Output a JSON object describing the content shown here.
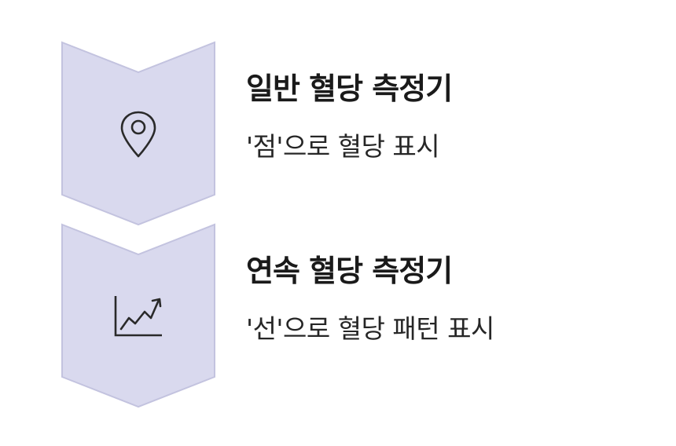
{
  "colors": {
    "chevron_fill": "#d9d9ee",
    "chevron_stroke": "#c3c3df",
    "icon_stroke": "#2a2a2a",
    "title_text": "#1a1a1a",
    "desc_text": "#262626"
  },
  "steps": [
    {
      "icon": "location-pin-icon",
      "title": "일반 혈당 측정기",
      "description": "'점'으로 혈당 표시"
    },
    {
      "icon": "trend-chart-icon",
      "title": "연속 혈당 측정기",
      "description": "'선'으로 혈당 패턴 표시"
    }
  ]
}
